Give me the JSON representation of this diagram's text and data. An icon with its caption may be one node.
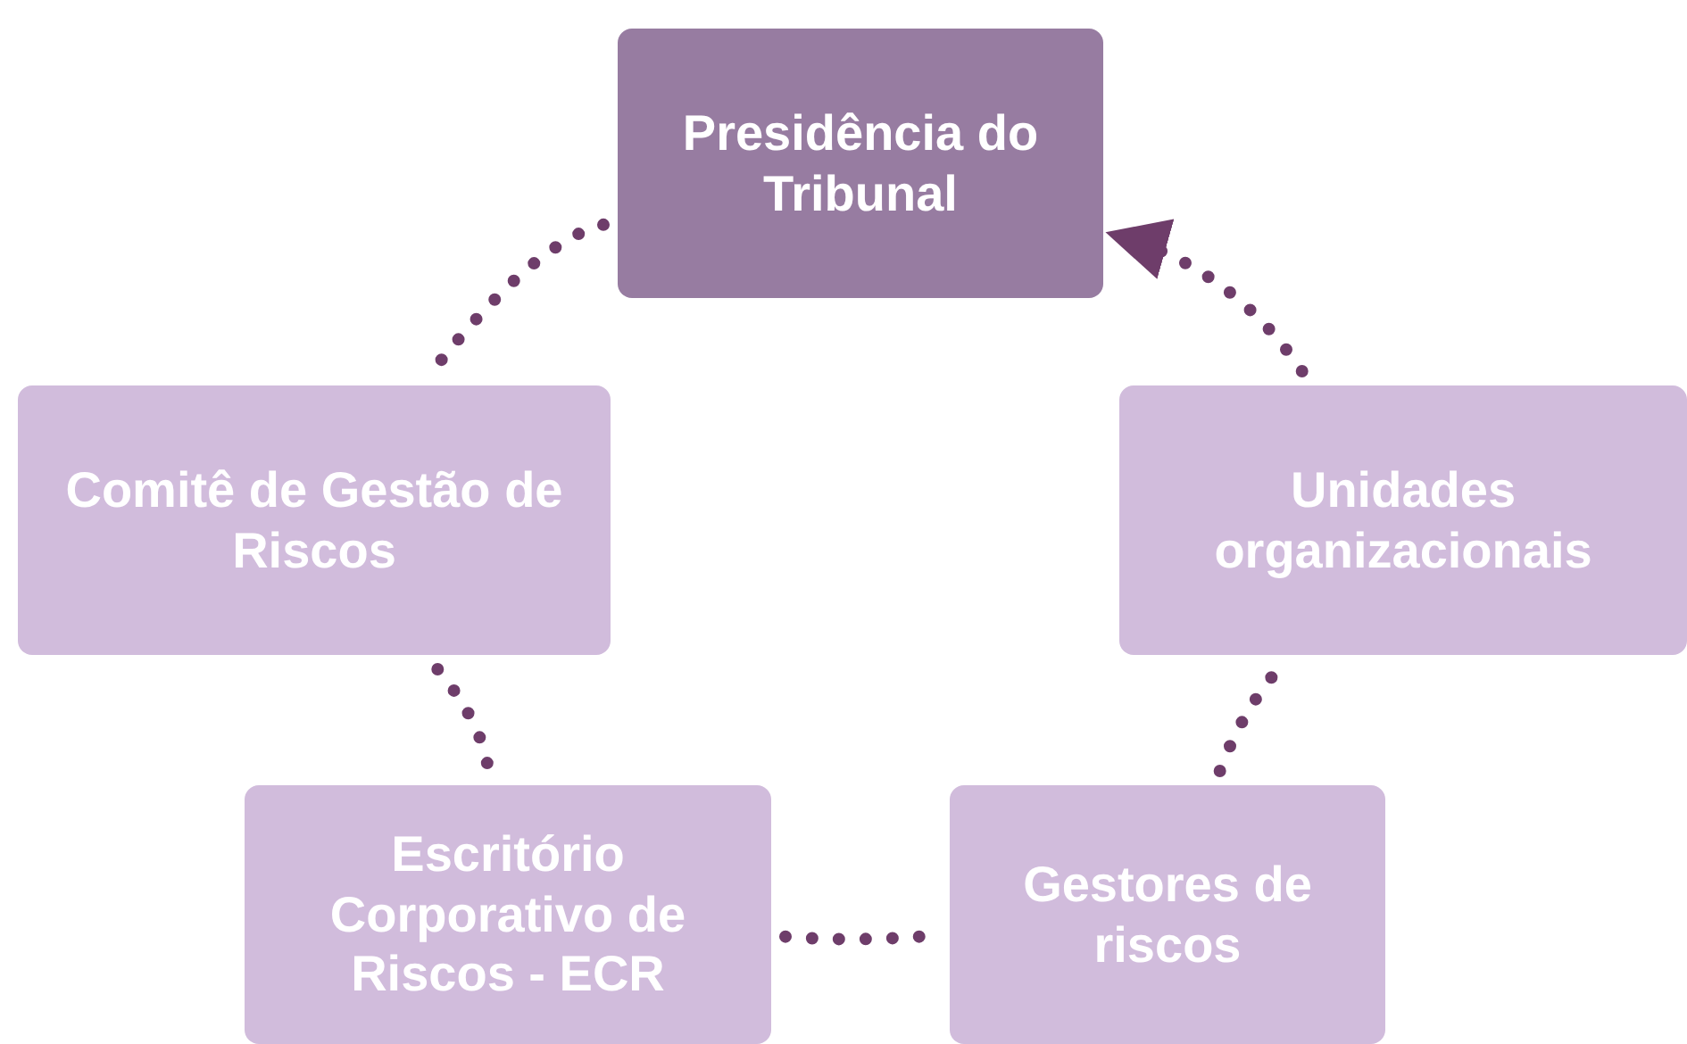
{
  "diagram": {
    "nodes": [
      {
        "text": [
          "Presidência do Tribunal"
        ]
      },
      {
        "text": [
          "Comitê de Gestão de Riscos"
        ]
      },
      {
        "text": [
          "Unidades organizacionais"
        ]
      },
      {
        "text": [
          "Escritório Corporativo de Riscos - ECR"
        ]
      },
      {
        "text": [
          "Gestores de riscos"
        ]
      }
    ],
    "edges": [
      {
        "from": 0,
        "to": 1,
        "arrow": "none"
      },
      {
        "from": 1,
        "to": 3,
        "arrow": "none"
      },
      {
        "from": 3,
        "to": 4,
        "arrow": "none"
      },
      {
        "from": 4,
        "to": 2,
        "arrow": "none"
      },
      {
        "from": 2,
        "to": 0,
        "arrow": "to"
      }
    ]
  }
}
